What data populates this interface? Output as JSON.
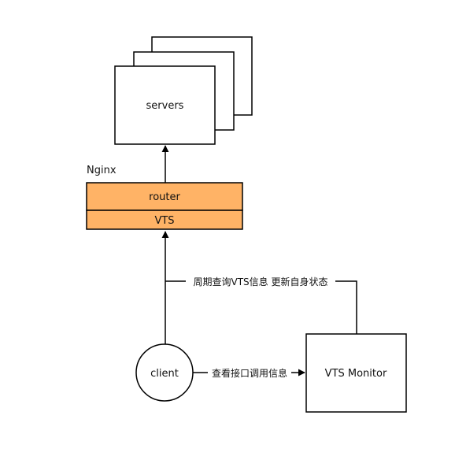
{
  "diagram": {
    "servers": {
      "label": "servers"
    },
    "nginx": {
      "label": "Nginx",
      "router_label": "router",
      "vts_label": "VTS",
      "fill_color": "#FFB366"
    },
    "client": {
      "label": "client"
    },
    "monitor": {
      "label": "VTS Monitor"
    },
    "edges": {
      "monitor_to_vts": "周期查询VTS信息 更新自身状态",
      "client_to_monitor": "查看接口调用信息"
    },
    "stroke_color": "#000000"
  }
}
